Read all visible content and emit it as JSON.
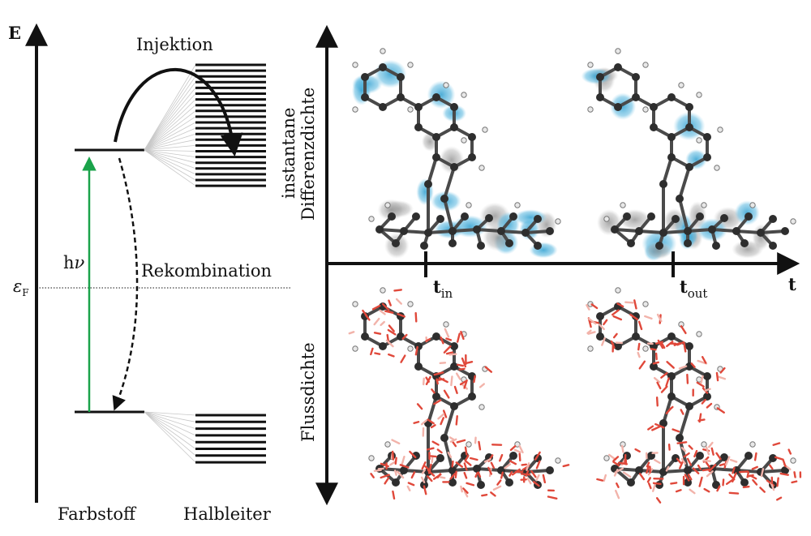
{
  "left_panel": {
    "energy_axis_label": "E",
    "fermi_label": "ε",
    "fermi_sub": "F",
    "photon_label": "hν",
    "injection_label": "Injektion",
    "recombination_label": "Rekombination",
    "dye_label": "Farbstoff",
    "semiconductor_label": "Halbleiter"
  },
  "right_panel": {
    "upper_axis_label_line1": "instantane",
    "upper_axis_label_line2": "Differenzdichte",
    "lower_axis_label": "Flussdichte",
    "time_axis_label": "t",
    "tick_in_main": "t",
    "tick_in_sub": "in",
    "tick_out_main": "t",
    "tick_out_sub": "out"
  },
  "colors": {
    "arrow": "#111111",
    "photon": "#1aa34a",
    "density_blue": "#2f9fd0",
    "density_gray": "#8a8a8a",
    "flux_red": "#e0483a",
    "atom": "#3a3a3a"
  }
}
